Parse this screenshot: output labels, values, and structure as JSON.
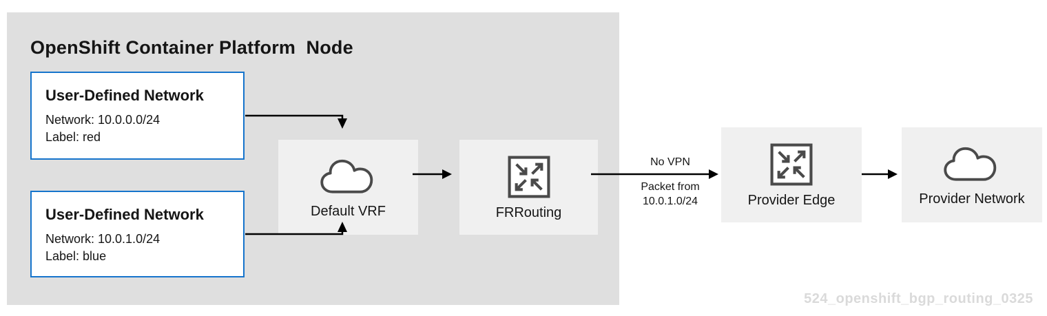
{
  "title": "OpenShift Container Platform  Node",
  "udn": [
    {
      "heading": "User-Defined Network",
      "network": "Network: 10.0.0.0/24",
      "label": "Label: red"
    },
    {
      "heading": "User-Defined Network",
      "network": "Network: 10.0.1.0/24",
      "label": "Label: blue"
    }
  ],
  "nodes": {
    "default_vrf": {
      "label": "Default VRF",
      "icon": "cloud-icon"
    },
    "frrouting": {
      "label": "FRRouting",
      "icon": "router-icon"
    },
    "provider_edge": {
      "label": "Provider Edge",
      "icon": "router-icon"
    },
    "provider_network": {
      "label": "Provider Network",
      "icon": "cloud-icon"
    }
  },
  "edge_annotation": {
    "line1": "No VPN",
    "line2": "Packet from",
    "line3": "10.0.1.0/24"
  },
  "watermark": "524_openshift_bgp_routing_0325",
  "colors": {
    "container_bg": "#dfdfdf",
    "node_bg": "#f0f0f0",
    "udn_border": "#1574cc",
    "text": "#151515",
    "icon_stroke": "#4a4a4a",
    "arrow": "#000000",
    "watermark": "#dadada"
  }
}
